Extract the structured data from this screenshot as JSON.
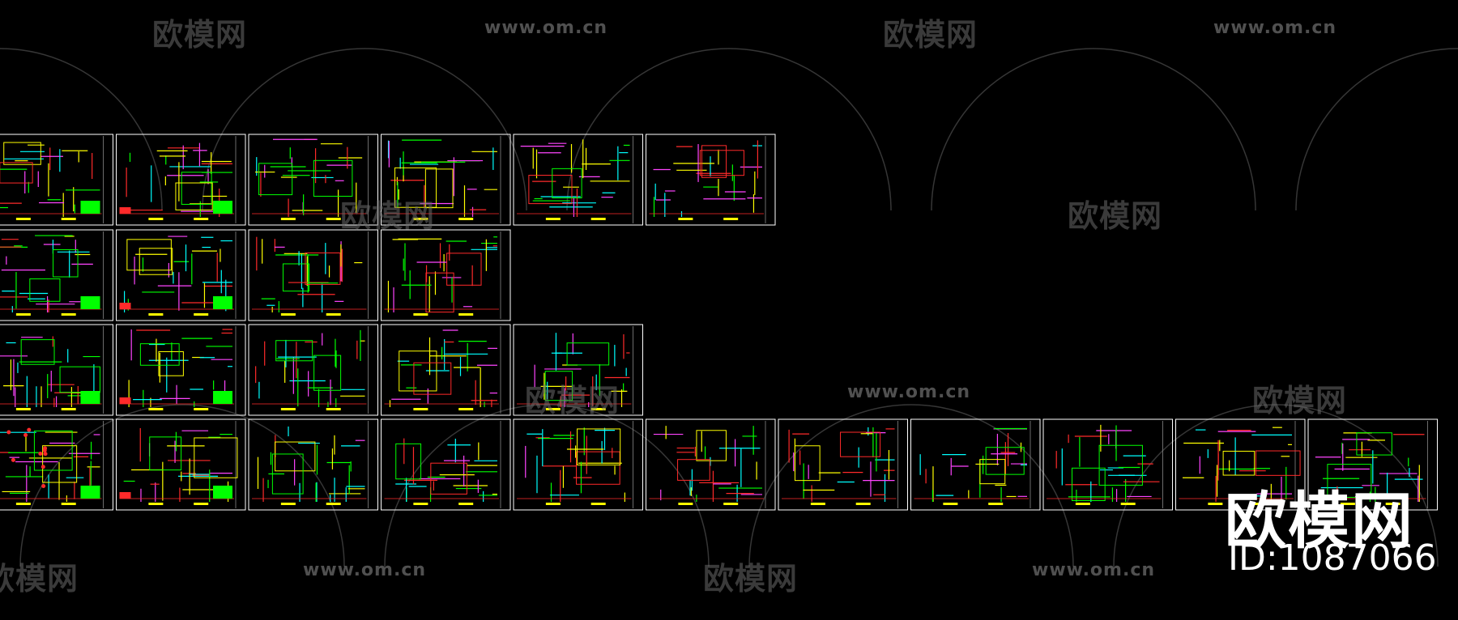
{
  "watermark": {
    "url": "www.om.cn",
    "logo_text": "欧模网"
  },
  "brand": {
    "name": "欧模网",
    "id_label": "ID:1087066"
  },
  "colors": {
    "background": "#000000",
    "sheet_border": "#ffffff",
    "green": "#00ff00",
    "yellow": "#ffff00",
    "red": "#ff2a2a",
    "cyan": "#00ffff",
    "magenta": "#ff44ff"
  }
}
